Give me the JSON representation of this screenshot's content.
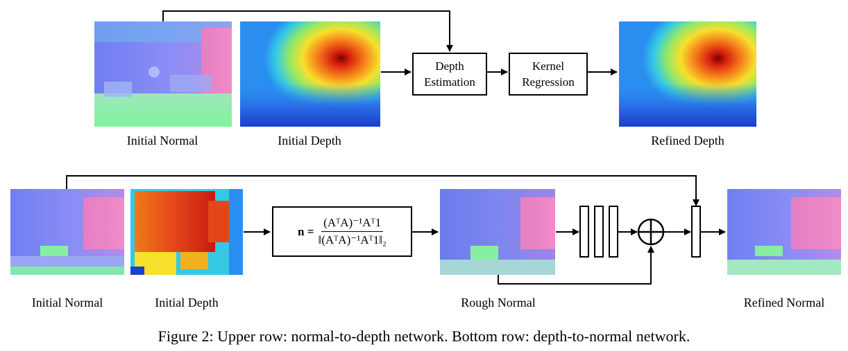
{
  "top_row": {
    "labels": {
      "initial_normal": "Initial Normal",
      "initial_depth": "Initial Depth",
      "refined_depth": "Refined Depth"
    },
    "boxes": {
      "depth_estimation": [
        "Depth",
        "Estimation"
      ],
      "kernel_regression": [
        "Kernel",
        "Regression"
      ]
    }
  },
  "bottom_row": {
    "labels": {
      "initial_normal": "Initial Normal",
      "initial_depth": "Initial Depth",
      "rough_normal": "Rough Normal",
      "refined_normal": "Refined Normal"
    },
    "formula": {
      "lhs": "n =",
      "numerator": "(AᵀA)⁻¹Aᵀ1",
      "denominator": "‖(AᵀA)⁻¹Aᵀ1‖₂"
    }
  },
  "caption": "Figure 2: Upper row: normal-to-depth network. Bottom row: depth-to-normal network.",
  "colors": {
    "normal_blue": "#7b84f2",
    "normal_pink": "#e07fc0",
    "normal_green": "#86efa0",
    "depth_red": "#c81a10",
    "depth_yellow": "#f7e02c",
    "depth_blue": "#1d5fd9"
  }
}
